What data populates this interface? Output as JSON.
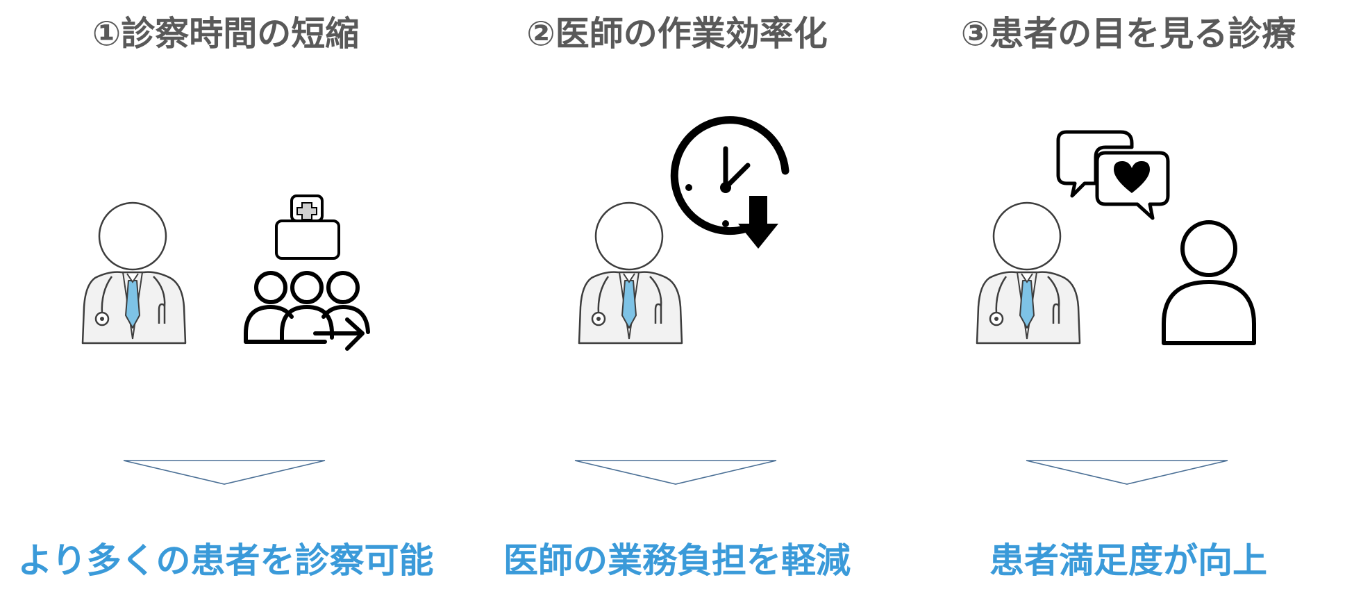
{
  "colors": {
    "heading": "#595959",
    "result": "#3a9ad9",
    "arrow": "#4a6f95",
    "tie": "#7ec3e6",
    "outline": "#3d3d3d"
  },
  "columns": [
    {
      "heading": "①診察時間の短縮",
      "icon": "patients-queue-icon",
      "result": "より多くの患者を診察可能"
    },
    {
      "heading": "②医師の作業効率化",
      "icon": "clock-down-icon",
      "result": "医師の業務負担を軽減"
    },
    {
      "heading": "③患者の目を見る診療",
      "icon": "chat-heart-icon",
      "result": "患者満足度が向上"
    }
  ]
}
